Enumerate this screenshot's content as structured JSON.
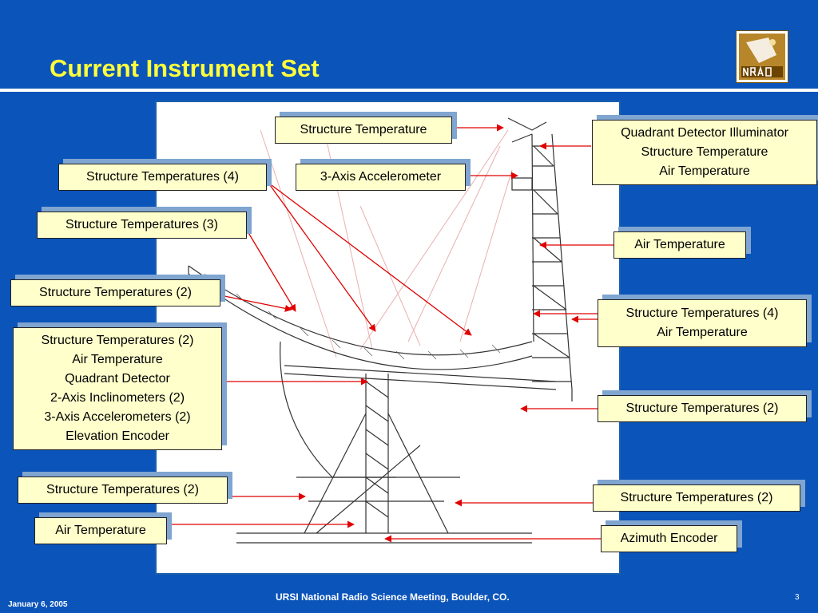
{
  "title": "Current Instrument Set",
  "logo": {
    "text": "NRAO"
  },
  "labels": {
    "structure_temperature_top": "Structure Temperature",
    "structure_temperatures_4_left": "Structure Temperatures (4)",
    "accelerometer_3axis": "3-Axis Accelerometer",
    "structure_temperatures_3": "Structure Temperatures (3)",
    "structure_temperatures_2_left_a": "Structure Temperatures (2)",
    "left_group": [
      "Structure Temperatures (2)",
      "Air Temperature",
      "Quadrant Detector",
      "2-Axis Inclinometers (2)",
      "3-Axis Accelerometers (2)",
      "Elevation Encoder"
    ],
    "structure_temperatures_2_left_b": "Structure Temperatures (2)",
    "air_temperature_left": "Air Temperature",
    "right_top_group": [
      "Quadrant Detector Illuminator",
      "Structure Temperature",
      "Air Temperature"
    ],
    "air_temperature_right": "Air Temperature",
    "right_mid_group": [
      "Structure Temperatures (4)",
      "Air Temperature"
    ],
    "structure_temperatures_2_right_a": "Structure Temperatures (2)",
    "structure_temperatures_2_right_b": "Structure Temperatures (2)",
    "azimuth_encoder": "Azimuth Encoder"
  },
  "footer": {
    "date": "January 6, 2005",
    "meeting": "URSI National Radio Science Meeting, Boulder, CO.",
    "page": "3"
  },
  "colors": {
    "background": "#0b54ba",
    "title": "#ffff3c",
    "label_fill": "#ffffcc",
    "arrow": "#e00000",
    "drawing": "#222222"
  }
}
